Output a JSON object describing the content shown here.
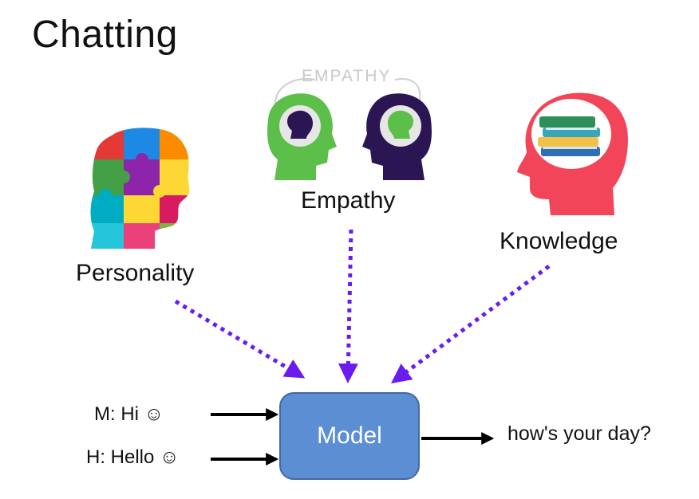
{
  "title": "Chatting",
  "inputs": {
    "personality": "Personality",
    "empathy": "Empathy",
    "knowledge": "Knowledge"
  },
  "empathy_icon_text": "EMPATHY",
  "model": {
    "label": "Model"
  },
  "dialogue": {
    "machine": "M: Hi ☺",
    "human": "H: Hello ☺"
  },
  "output": "how's your day?",
  "colors": {
    "arrow_dotted": "#6a1bf0",
    "model_fill": "#5b8ed3",
    "arrow_solid": "#000000",
    "empathy_head_left": "#5cbf4a",
    "empathy_head_right": "#2b1553",
    "knowledge_head": "#f2455a"
  },
  "icons": [
    "puzzle-head-icon",
    "empathy-heads-icon",
    "books-head-icon"
  ]
}
